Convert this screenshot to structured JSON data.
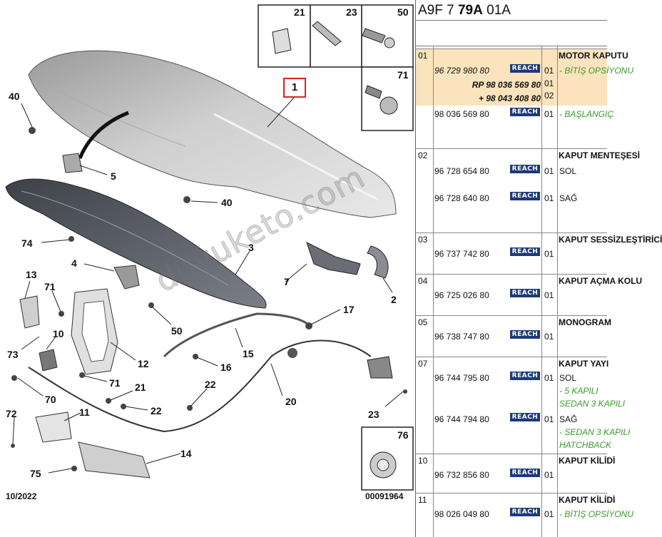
{
  "diagram": {
    "selected_callout": "1",
    "callouts": [
      "40",
      "5",
      "40",
      "74",
      "3",
      "4",
      "13",
      "71",
      "10",
      "73",
      "12",
      "70",
      "50",
      "7",
      "2",
      "17",
      "15",
      "16",
      "71",
      "21",
      "22",
      "22",
      "11",
      "72",
      "75",
      "14",
      "20",
      "23"
    ],
    "inset_labels": [
      "21",
      "23",
      "50",
      "71",
      "76"
    ],
    "date": "10/2022",
    "figure_code": "00091964",
    "watermark": "duyuketo.com"
  },
  "parts": {
    "header_prefix": "A9F 7 ",
    "header_bold": "79A",
    "header_suffix": " 01A",
    "groups": [
      {
        "num": "01",
        "title": "MOTOR KAPUTU",
        "rows": [
          {
            "pn": "96 729 980 80",
            "italic": true,
            "reach": "REACH",
            "qty": "01",
            "note": "- BİTİŞ OPSİYONU"
          },
          {
            "pn": "RP 98 036 569 80",
            "right": true,
            "qty": "01"
          },
          {
            "pn": "+ 98 043 408 80",
            "right": true,
            "qty": "02"
          },
          {
            "pn": "98 036 569 80",
            "reach": "REACH",
            "qty": "01",
            "note": "- BAŞLANGIÇ"
          }
        ]
      },
      {
        "num": "02",
        "title": "KAPUT MENTEŞESİ",
        "rows": [
          {
            "pn": "96 728 654 80",
            "reach": "REACH",
            "qty": "01",
            "side": "SOL"
          },
          {
            "pn": "96 728 640 80",
            "reach": "REACH",
            "qty": "01",
            "side": "SAĞ"
          }
        ]
      },
      {
        "num": "03",
        "title": "KAPUT SESSİZLEŞTİRİCİ",
        "rows": [
          {
            "pn": "96 737 742 80",
            "reach": "REACH",
            "qty": "01"
          }
        ]
      },
      {
        "num": "04",
        "title": "KAPUT AÇMA KOLU",
        "rows": [
          {
            "pn": "96 725 026 80",
            "reach": "REACH",
            "qty": "01"
          }
        ]
      },
      {
        "num": "05",
        "title": "MONOGRAM",
        "rows": [
          {
            "pn": "96 738 747 80",
            "reach": "REACH",
            "qty": "01"
          }
        ]
      },
      {
        "num": "07",
        "title": "KAPUT YAYI",
        "rows": [
          {
            "pn": "96 744 795 80",
            "reach": "REACH",
            "qty": "01",
            "side": "SOL",
            "notes": [
              "- 5 KAPILI",
              "SEDAN 3 KAPILI"
            ]
          },
          {
            "pn": "96 744 794 80",
            "reach": "REACH",
            "qty": "01",
            "side": "SAĞ",
            "notes": [
              "- SEDAN 3 KAPILI",
              "HATCHBACK"
            ]
          }
        ]
      },
      {
        "num": "10",
        "title": "KAPUT KİLİDİ",
        "rows": [
          {
            "pn": "96 732 856 80",
            "reach": "REACH",
            "qty": "01"
          }
        ]
      },
      {
        "num": "11",
        "title": "KAPUT KİLİDİ",
        "rows": [
          {
            "pn": "98 026 049 80",
            "reach": "REACH",
            "qty": "01",
            "note": "- BİTİŞ OPSİYONU"
          }
        ]
      }
    ]
  }
}
